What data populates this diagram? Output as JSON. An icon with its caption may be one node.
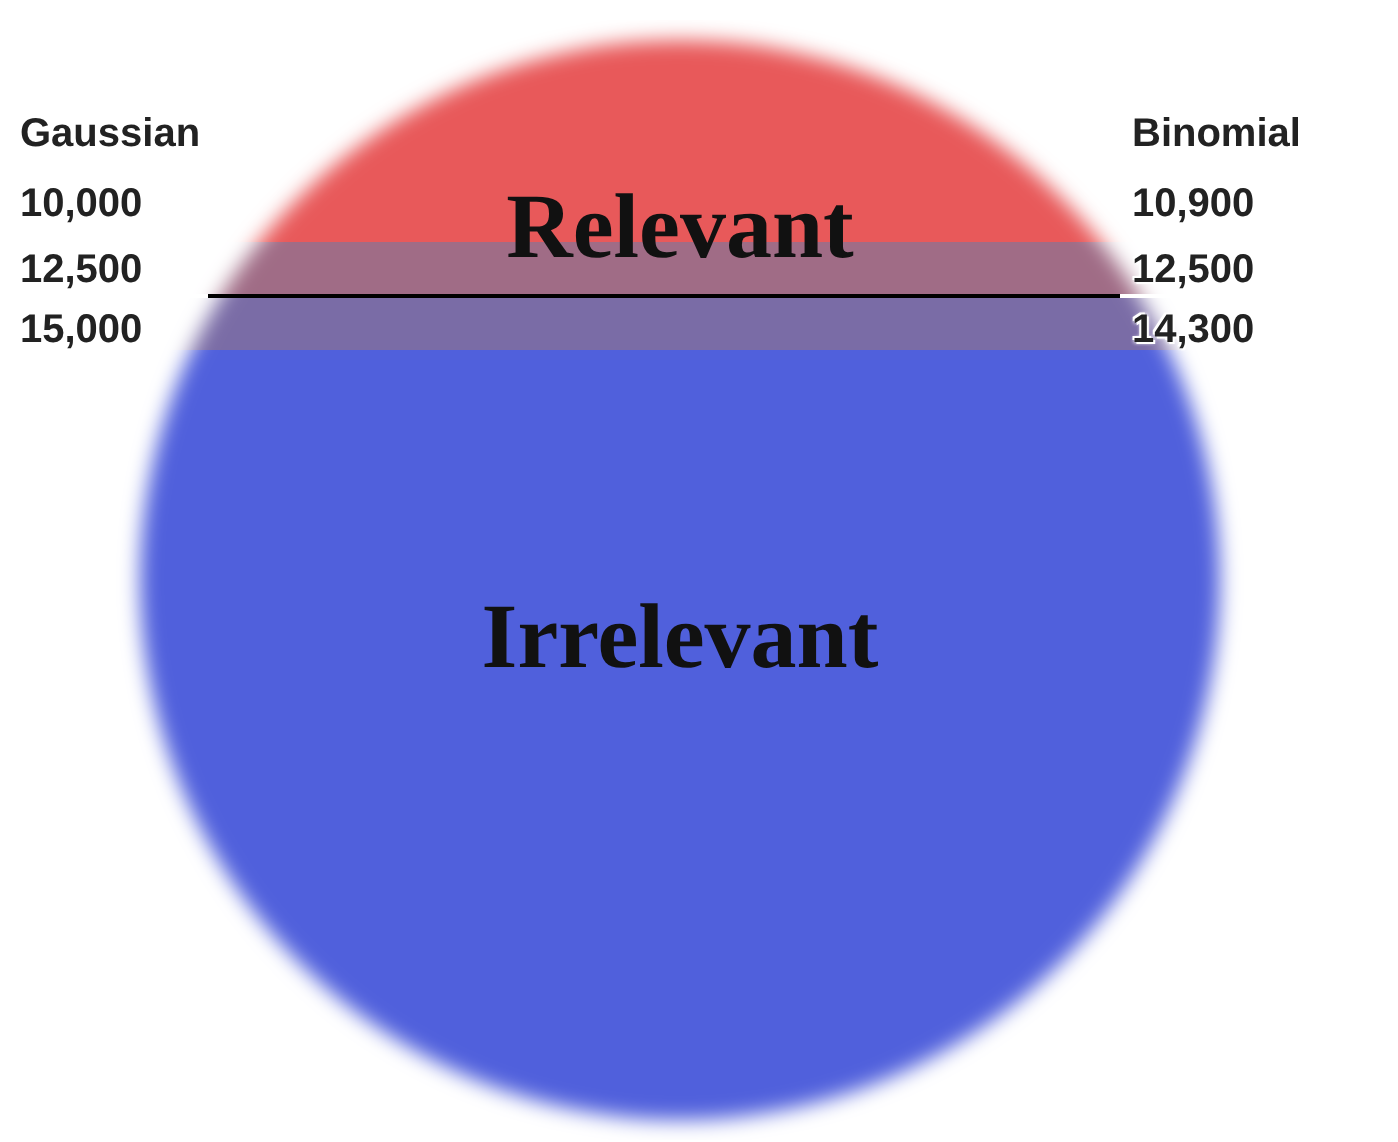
{
  "diagram": {
    "nodes": [
      {
        "text": [
          "Relevant"
        ]
      },
      {
        "text": [
          "Irrelevant"
        ]
      }
    ],
    "labels": [
      "Gaussian",
      "10,000",
      "12,500",
      "15,000",
      "Binomial",
      "10,900",
      "12,500",
      "14,300"
    ]
  }
}
